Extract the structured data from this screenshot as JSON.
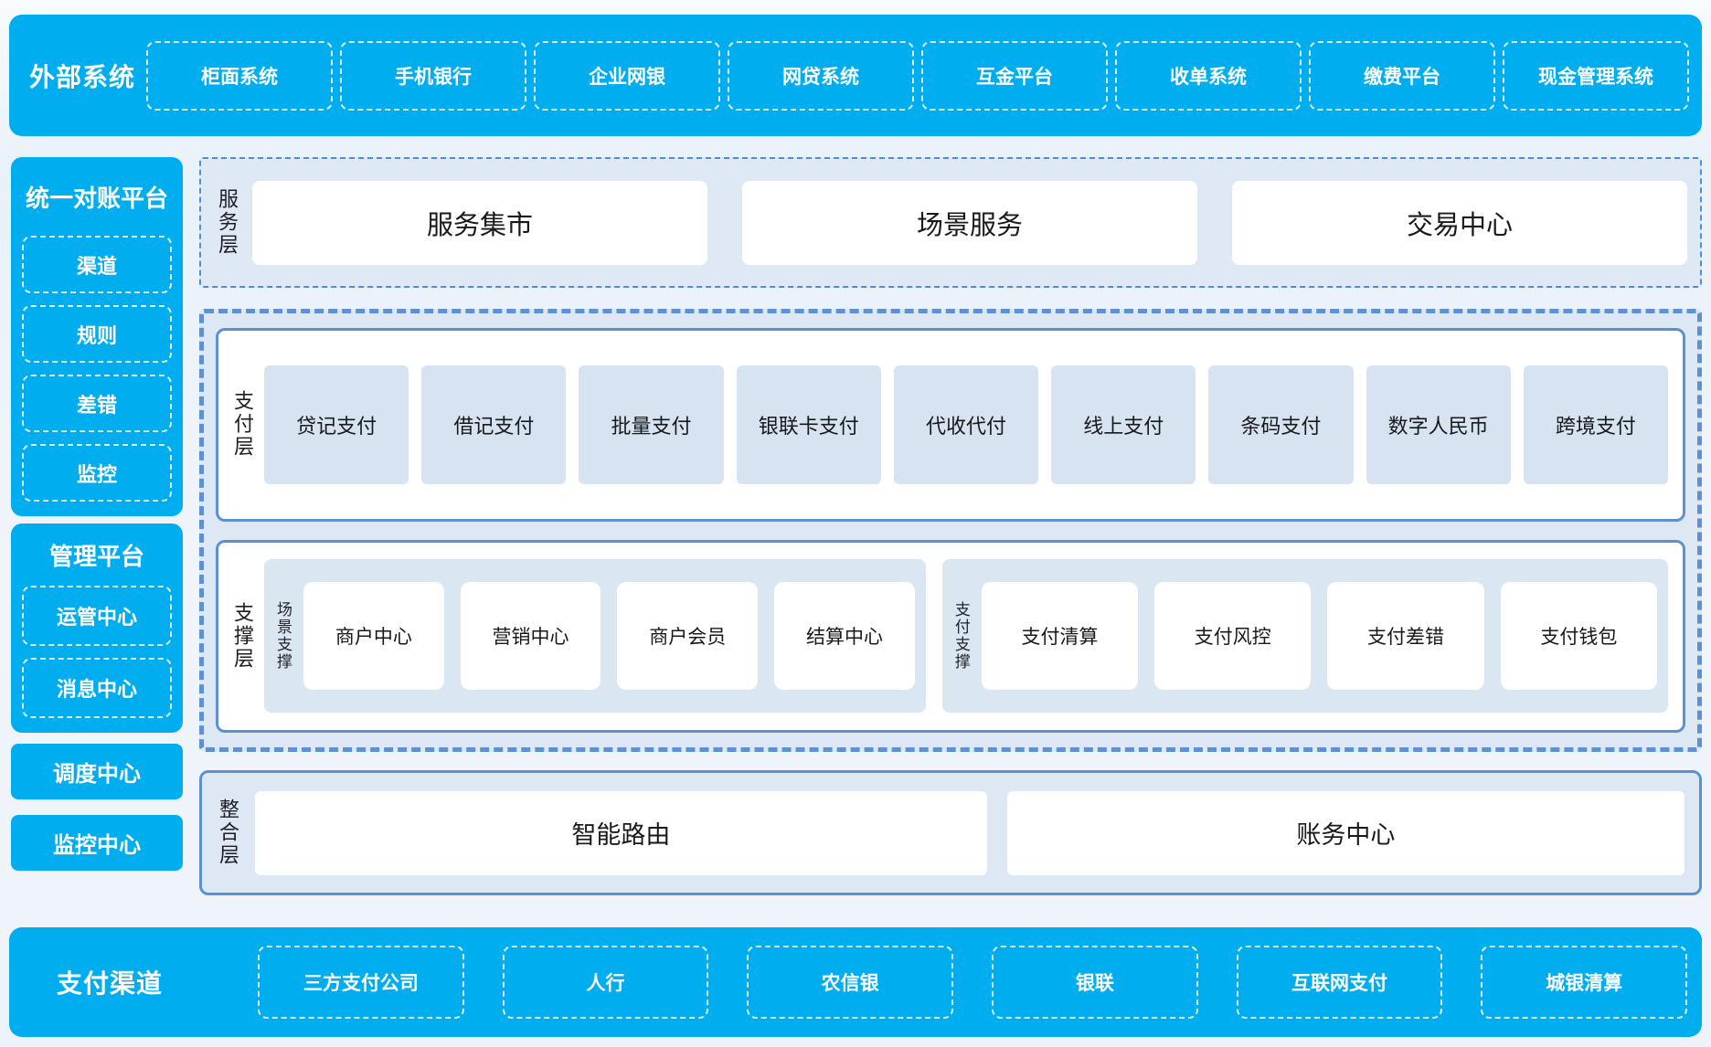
{
  "colors": {
    "bar_blue": "#00AEEF",
    "panel_bg": "#dde8f4",
    "cell_bg": "#d7e3f1",
    "box_border": "#5b90d1",
    "dash_border": "#5e91d2"
  },
  "top_bar": {
    "title": "外部系统",
    "items": [
      "柜面系统",
      "手机银行",
      "企业网银",
      "网贷系统",
      "互金平台",
      "收单系统",
      "缴费平台",
      "现金管理系统"
    ]
  },
  "sidebar": {
    "recon_platform": {
      "title": "统一对账平台",
      "items": [
        "渠道",
        "规则",
        "差错",
        "监控"
      ]
    },
    "mgmt_platform": {
      "title": "管理平台",
      "items": [
        "运管中心",
        "消息中心"
      ]
    },
    "solo_blocks": [
      "调度中心",
      "监控中心"
    ]
  },
  "service_layer": {
    "label": "服务层",
    "items": [
      "服务集市",
      "场景服务",
      "交易中心"
    ]
  },
  "payment_layer": {
    "label": "支付层",
    "items": [
      "贷记支付",
      "借记支付",
      "批量支付",
      "银联卡支付",
      "代收代付",
      "线上支付",
      "条码支付",
      "数字人民币",
      "跨境支付"
    ]
  },
  "support_layer": {
    "label": "支撑层",
    "groups": [
      {
        "label": "场景支撑",
        "items": [
          "商户中心",
          "营销中心",
          "商户会员",
          "结算中心"
        ]
      },
      {
        "label": "支付支撑",
        "items": [
          "支付清算",
          "支付风控",
          "支付差错",
          "支付钱包"
        ]
      }
    ]
  },
  "integration_layer": {
    "label": "整合层",
    "items": [
      "智能路由",
      "账务中心"
    ]
  },
  "bottom_bar": {
    "title": "支付渠道",
    "items": [
      "三方支付公司",
      "人行",
      "农信银",
      "银联",
      "互联网支付",
      "城银清算"
    ]
  }
}
